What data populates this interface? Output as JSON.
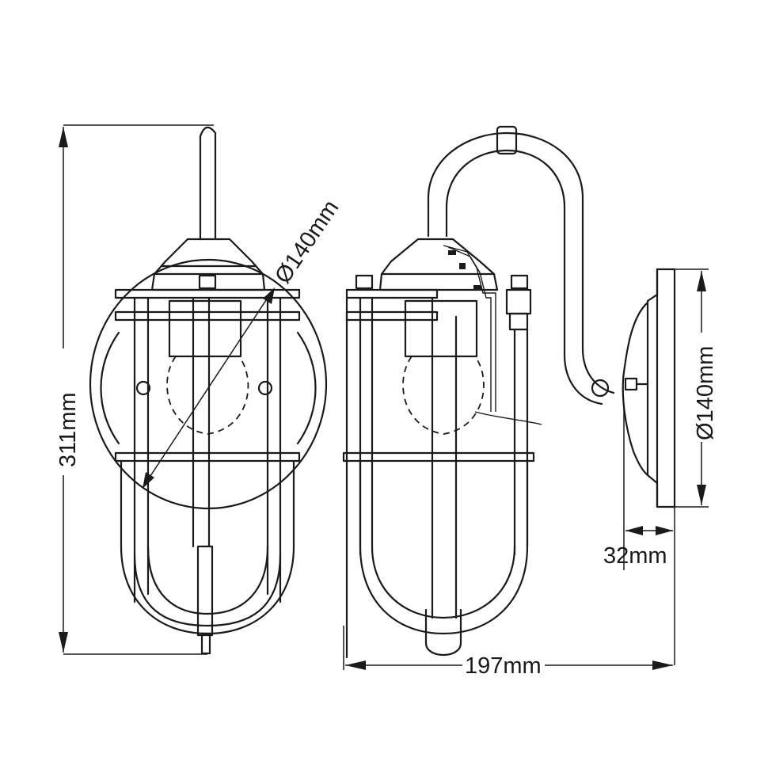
{
  "dimensions": {
    "height_label": "311mm",
    "front_diameter_label": "Ø140mm",
    "backplate_diameter_label": "Ø140mm",
    "depth_label": "197mm",
    "backplate_depth_label": "32mm"
  }
}
